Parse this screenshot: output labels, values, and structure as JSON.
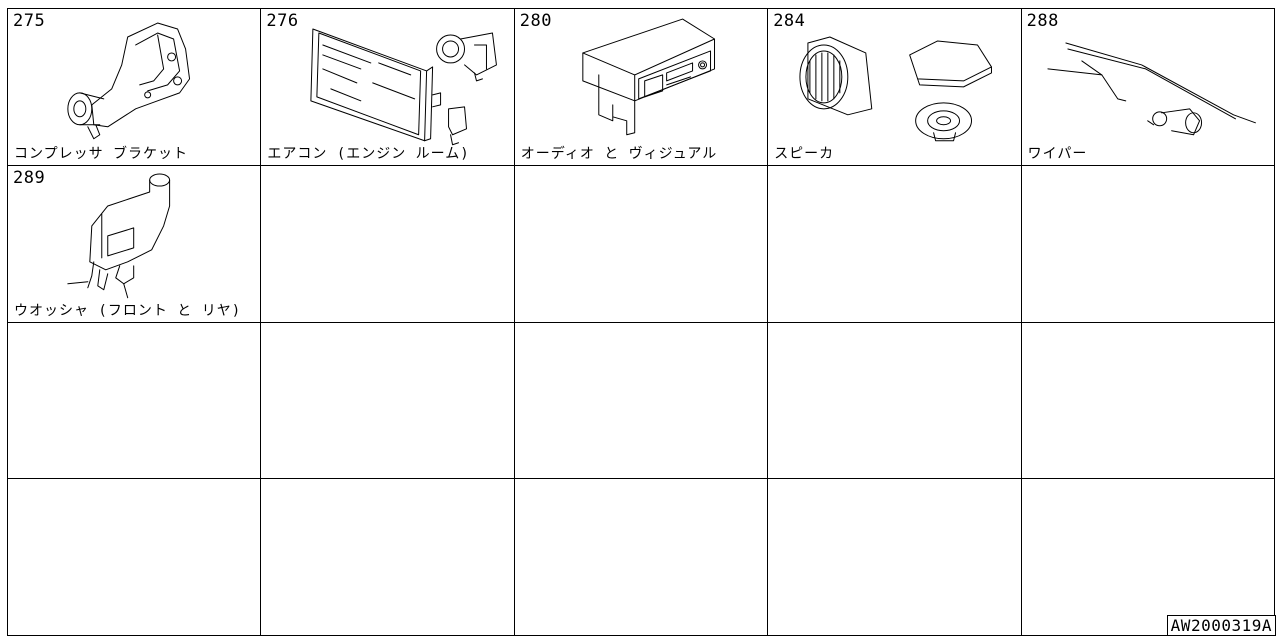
{
  "cells": [
    {
      "number": "275",
      "label": "コンプレッサ ブラケット"
    },
    {
      "number": "276",
      "label": "エアコン (エンジン ルーム)"
    },
    {
      "number": "280",
      "label": "オーディオ と ヴィジュアル"
    },
    {
      "number": "284",
      "label": "スピーカ"
    },
    {
      "number": "288",
      "label": "ワイパー"
    },
    {
      "number": "289",
      "label": "ウオッシャ (フロント と リヤ)"
    }
  ],
  "diagram_code": "AW2000319A"
}
